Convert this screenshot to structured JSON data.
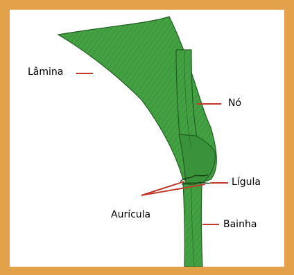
{
  "colors": {
    "frame": "#e3a24a",
    "background": "#ffffff",
    "leaf": "#3d9a3d",
    "leaf_light": "#57b04f",
    "leader": "#c0392b"
  },
  "labels": {
    "lamina": "Lâmina",
    "no": "Nó",
    "ligula": "Lígula",
    "auricula": "Aurícula",
    "bainha": "Bainha"
  }
}
